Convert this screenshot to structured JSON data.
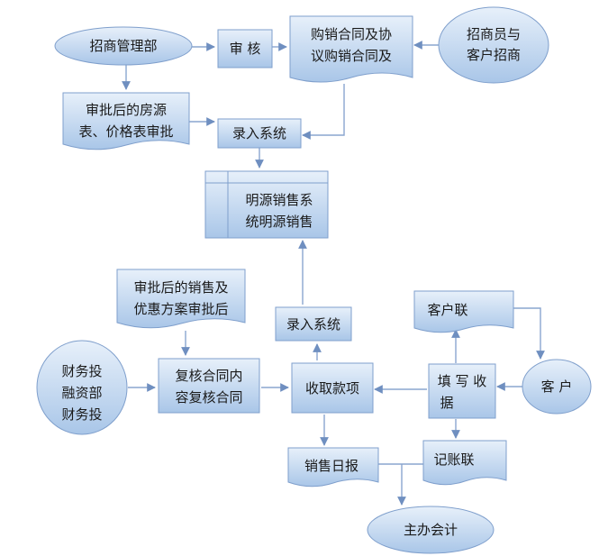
{
  "colors": {
    "fill_light": "#dce9f6",
    "fill_dark": "#a9c6e8",
    "stroke": "#7f9fcc",
    "arrow": "#6f8fc0",
    "text": "#1a1a1a"
  },
  "nodes": {
    "zhaoshang_guanlibu": "招商管理部",
    "shenhe": "审 核",
    "goumai_hetong": [
      "购销合同及协",
      "议购销合同及"
    ],
    "zhaoshangyuan": [
      "招商员与",
      "客户招商"
    ],
    "shenpi_fangyuan": [
      "审批后的房源",
      "表、价格表审批"
    ],
    "luru_xitong_top": "录入系统",
    "mingyuan_xiaoshou": [
      "明源销售系",
      "统明源销售"
    ],
    "shenpi_xiaoshou": [
      "审批后的销售及",
      "优惠方案审批后"
    ],
    "luru_xitong_mid": "录入系统",
    "kehulian": "客户联",
    "caiwu": [
      "财务投",
      "融资部",
      "财务投"
    ],
    "fuhe_hetong": [
      "复核合同内",
      "容复核合同"
    ],
    "shouqu_kuanxiang": "收取款项",
    "tianxie_shouju": [
      "填 写 收",
      "据"
    ],
    "kehu": "客 户",
    "xiaoshou_ribao": "销售日报",
    "jizhanglian": "记账联",
    "zhuban_kuaiji": "主办会计"
  }
}
